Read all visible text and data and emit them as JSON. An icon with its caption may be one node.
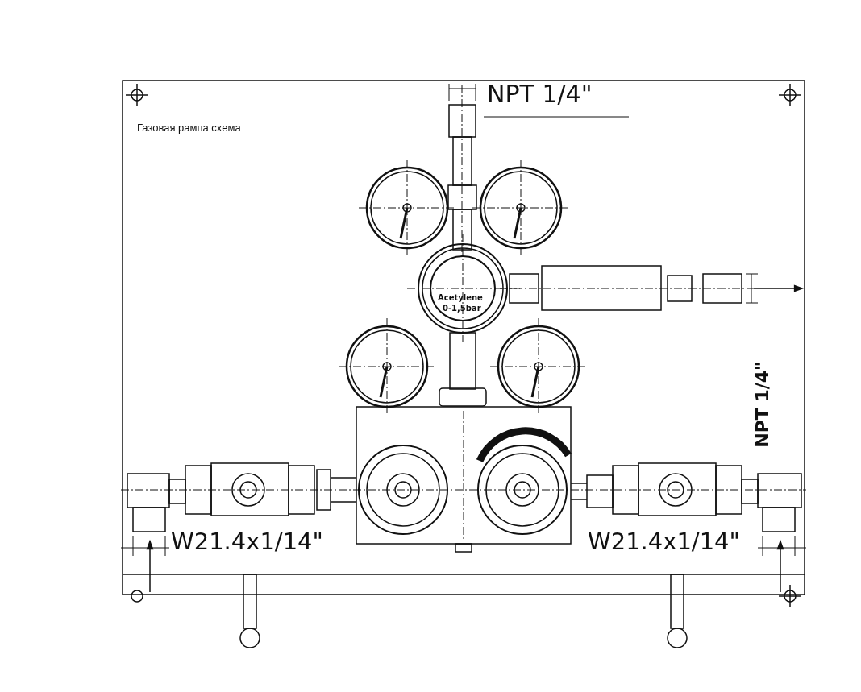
{
  "diagram": {
    "title": "Газовая рампа схема",
    "labels": [
      "NPT 1/4\"",
      "Acetylene",
      "0-1,5bar",
      "NPT 1/4\"",
      "W21.4x1/14\"",
      "W21.4x1/14\""
    ]
  }
}
